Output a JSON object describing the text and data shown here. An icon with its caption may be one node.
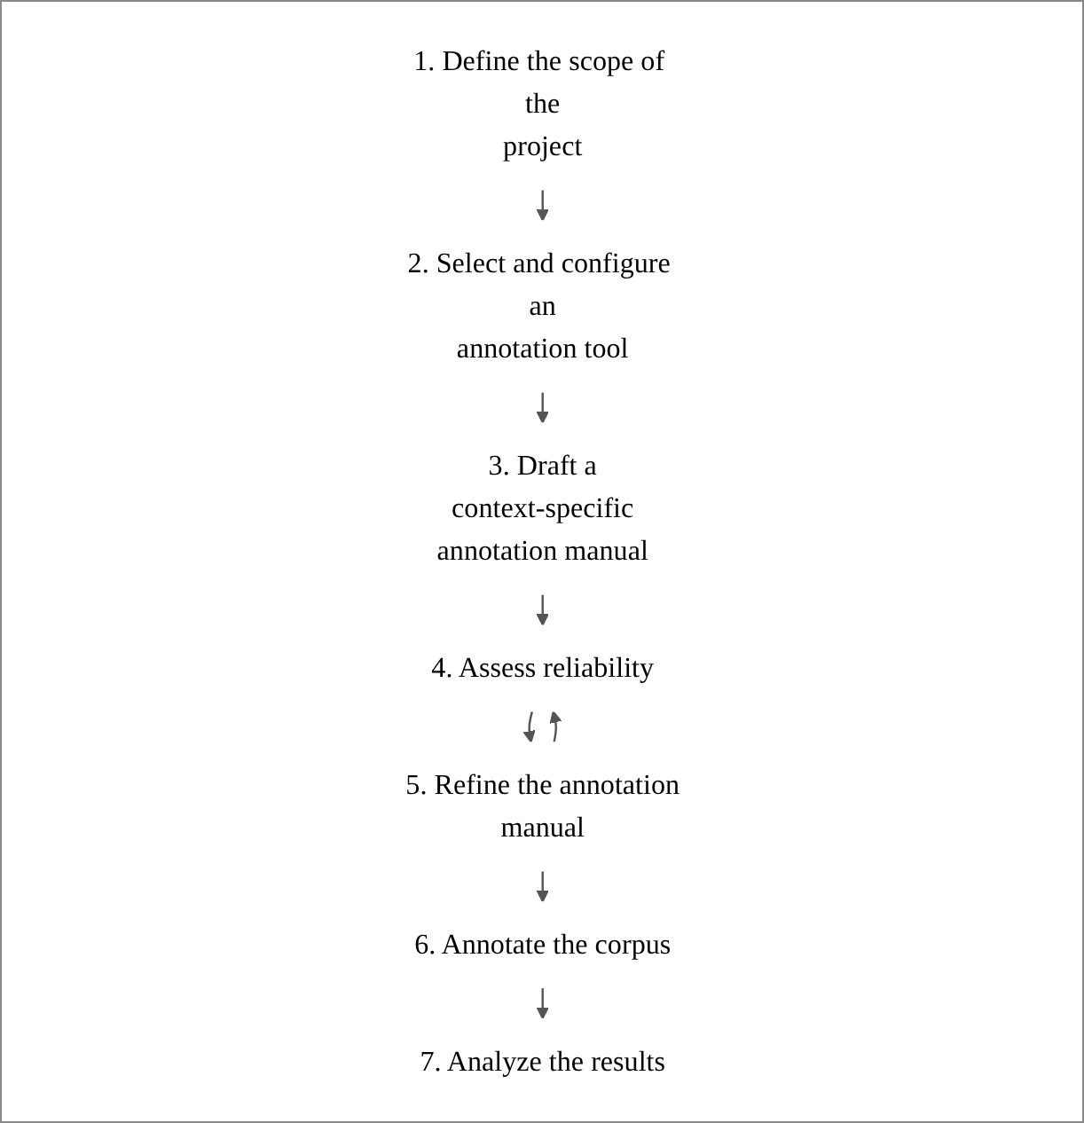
{
  "diagram": {
    "nodes": [
      {
        "text": [
          "1. Define the scope of the project"
        ]
      },
      {
        "text": [
          "2. Select and configure an annotation tool"
        ]
      },
      {
        "text": [
          "3. Draft a context-specific annotation manual"
        ]
      },
      {
        "text": [
          "4. Assess reliability"
        ]
      },
      {
        "text": [
          "5. Refine the annotation manual"
        ]
      },
      {
        "text": [
          "6. Annotate the corpus"
        ]
      },
      {
        "text": [
          "7. Analyze the results"
        ]
      }
    ],
    "edges": [
      {
        "from": 0,
        "to": 1,
        "arrow": "to"
      },
      {
        "from": 1,
        "to": 2,
        "arrow": "to"
      },
      {
        "from": 2,
        "to": 3,
        "arrow": "to"
      },
      {
        "from": 3,
        "to": 4,
        "arrow": "to"
      },
      {
        "from": 4,
        "to": 3,
        "arrow": "to"
      },
      {
        "from": 4,
        "to": 5,
        "arrow": "to"
      },
      {
        "from": 5,
        "to": 6,
        "arrow": "to"
      }
    ]
  }
}
